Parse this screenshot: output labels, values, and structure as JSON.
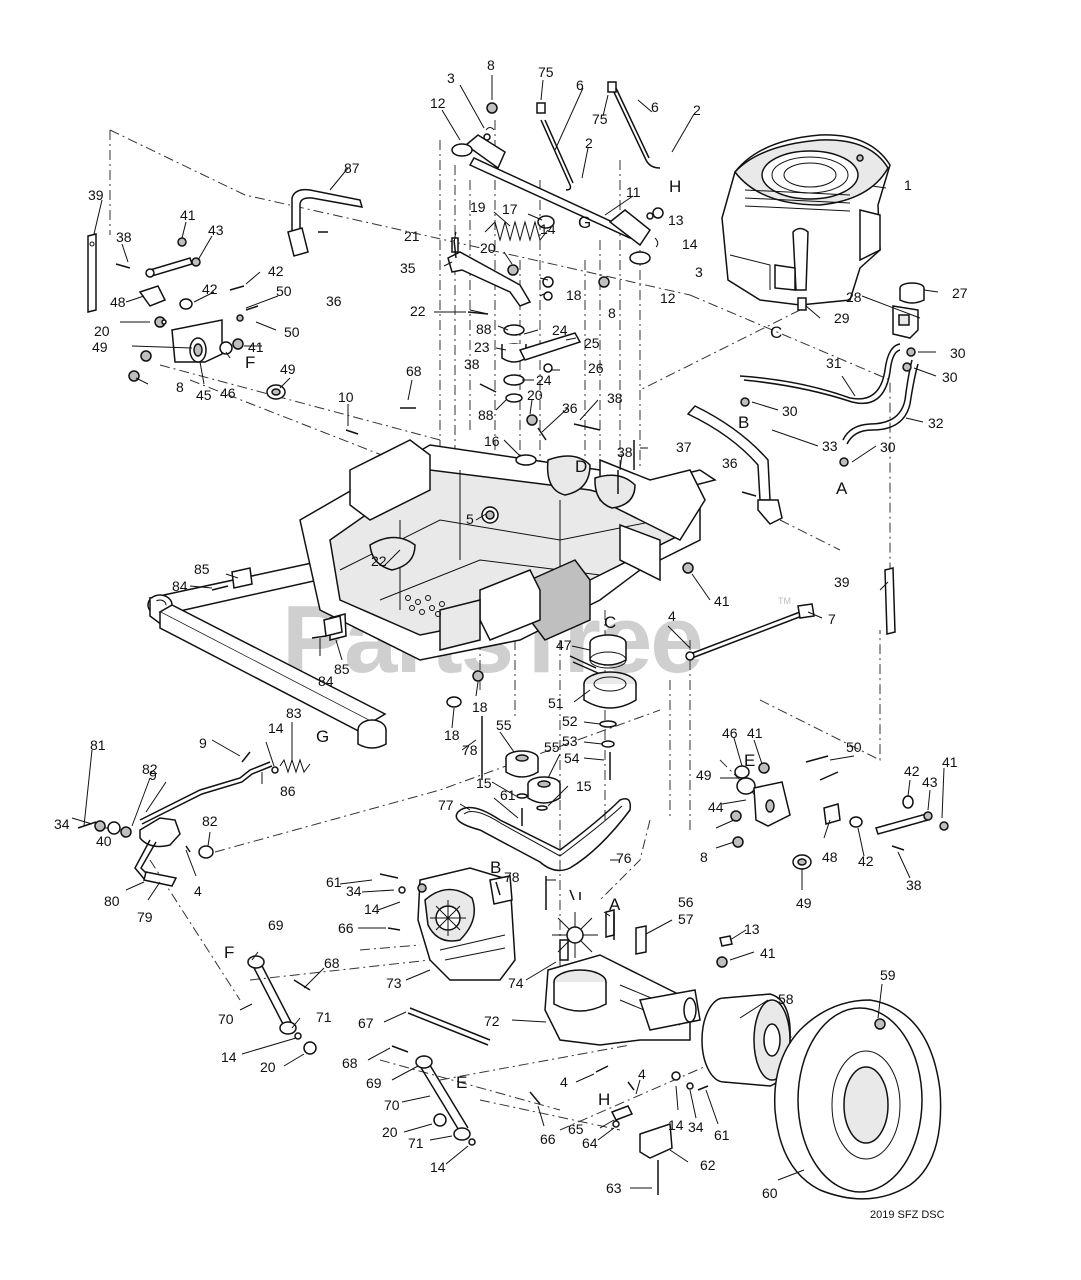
{
  "watermark": "PartsTree",
  "watermark_tm": "TM",
  "version_label": "2019 SFZ DSC",
  "letters": [
    "A",
    "B",
    "C",
    "D",
    "E",
    "F",
    "G",
    "H"
  ],
  "callouts": [
    "1",
    "2",
    "3",
    "4",
    "5",
    "6",
    "7",
    "8",
    "9",
    "10",
    "11",
    "12",
    "13",
    "14",
    "15",
    "16",
    "17",
    "18",
    "19",
    "20",
    "21",
    "22",
    "23",
    "24",
    "25",
    "26",
    "27",
    "28",
    "29",
    "30",
    "31",
    "32",
    "33",
    "34",
    "35",
    "36",
    "37",
    "38",
    "39",
    "40",
    "41",
    "42",
    "43",
    "44",
    "45",
    "46",
    "47",
    "48",
    "49",
    "50",
    "51",
    "52",
    "53",
    "54",
    "55",
    "56",
    "57",
    "58",
    "59",
    "60",
    "61",
    "62",
    "63",
    "64",
    "65",
    "66",
    "67",
    "68",
    "69",
    "70",
    "71",
    "72",
    "73",
    "74",
    "75",
    "76",
    "77",
    "78",
    "79",
    "80",
    "81",
    "82",
    "83",
    "84",
    "85",
    "86",
    "87",
    "88"
  ],
  "parts": {
    "engine": "engine",
    "frame": "frame",
    "wheel": "wheel",
    "transaxles": "transaxle",
    "clutch": "clutch"
  }
}
